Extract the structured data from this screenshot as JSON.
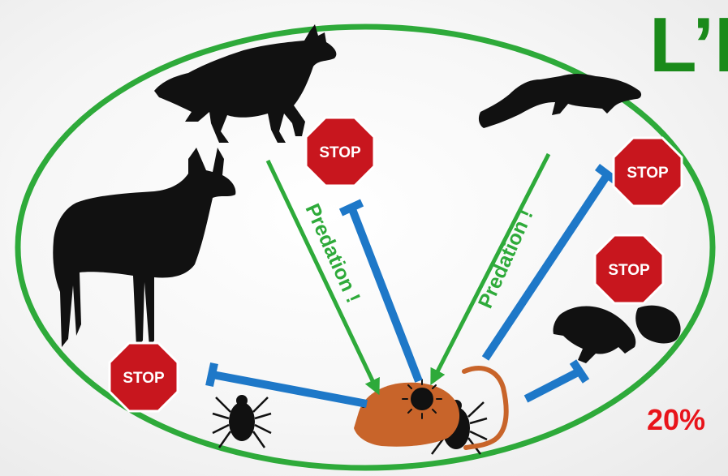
{
  "title": "L’I",
  "percentage": "20%",
  "stop_label": "STOP",
  "predation_label": "Predation !",
  "colors": {
    "ellipse": "#2eaa3a",
    "predation_arrow": "#2eaa3a",
    "inhibition_arrow": "#1e78c8",
    "stop_sign": "#c8161e",
    "title": "#1a8a1a",
    "percentage": "#e8141a",
    "rodent": "#c8642a"
  },
  "icons": [
    "fox-icon",
    "deer-icon",
    "marten-icon",
    "squirrel-icon",
    "tick-icon",
    "rodent-icon",
    "virus-icon",
    "stop-sign-icon"
  ]
}
